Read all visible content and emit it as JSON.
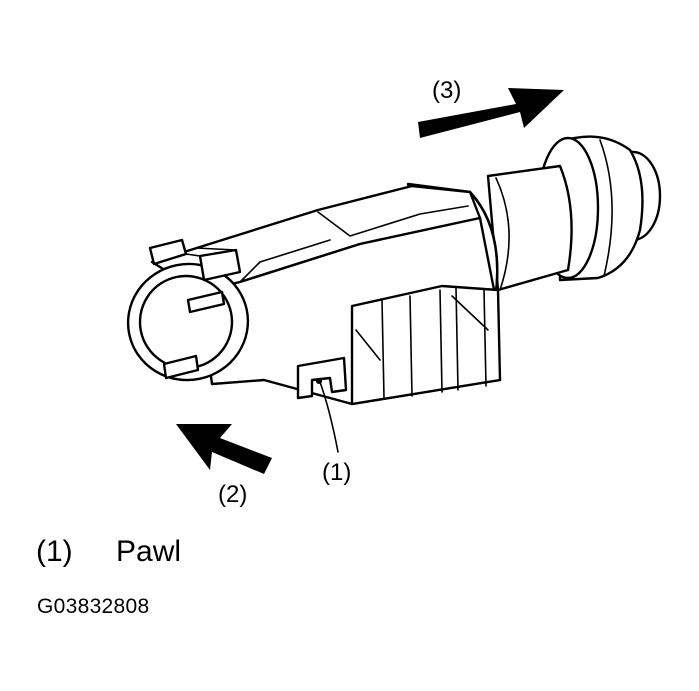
{
  "callouts": {
    "pawl": "(1)",
    "push_direction": "(2)",
    "pull_direction": "(3)"
  },
  "legend": {
    "items": [
      {
        "number": "(1)",
        "label": "Pawl"
      }
    ]
  },
  "figure_id": "G03832808",
  "colors": {
    "ink": "#000000",
    "background": "#ffffff"
  }
}
